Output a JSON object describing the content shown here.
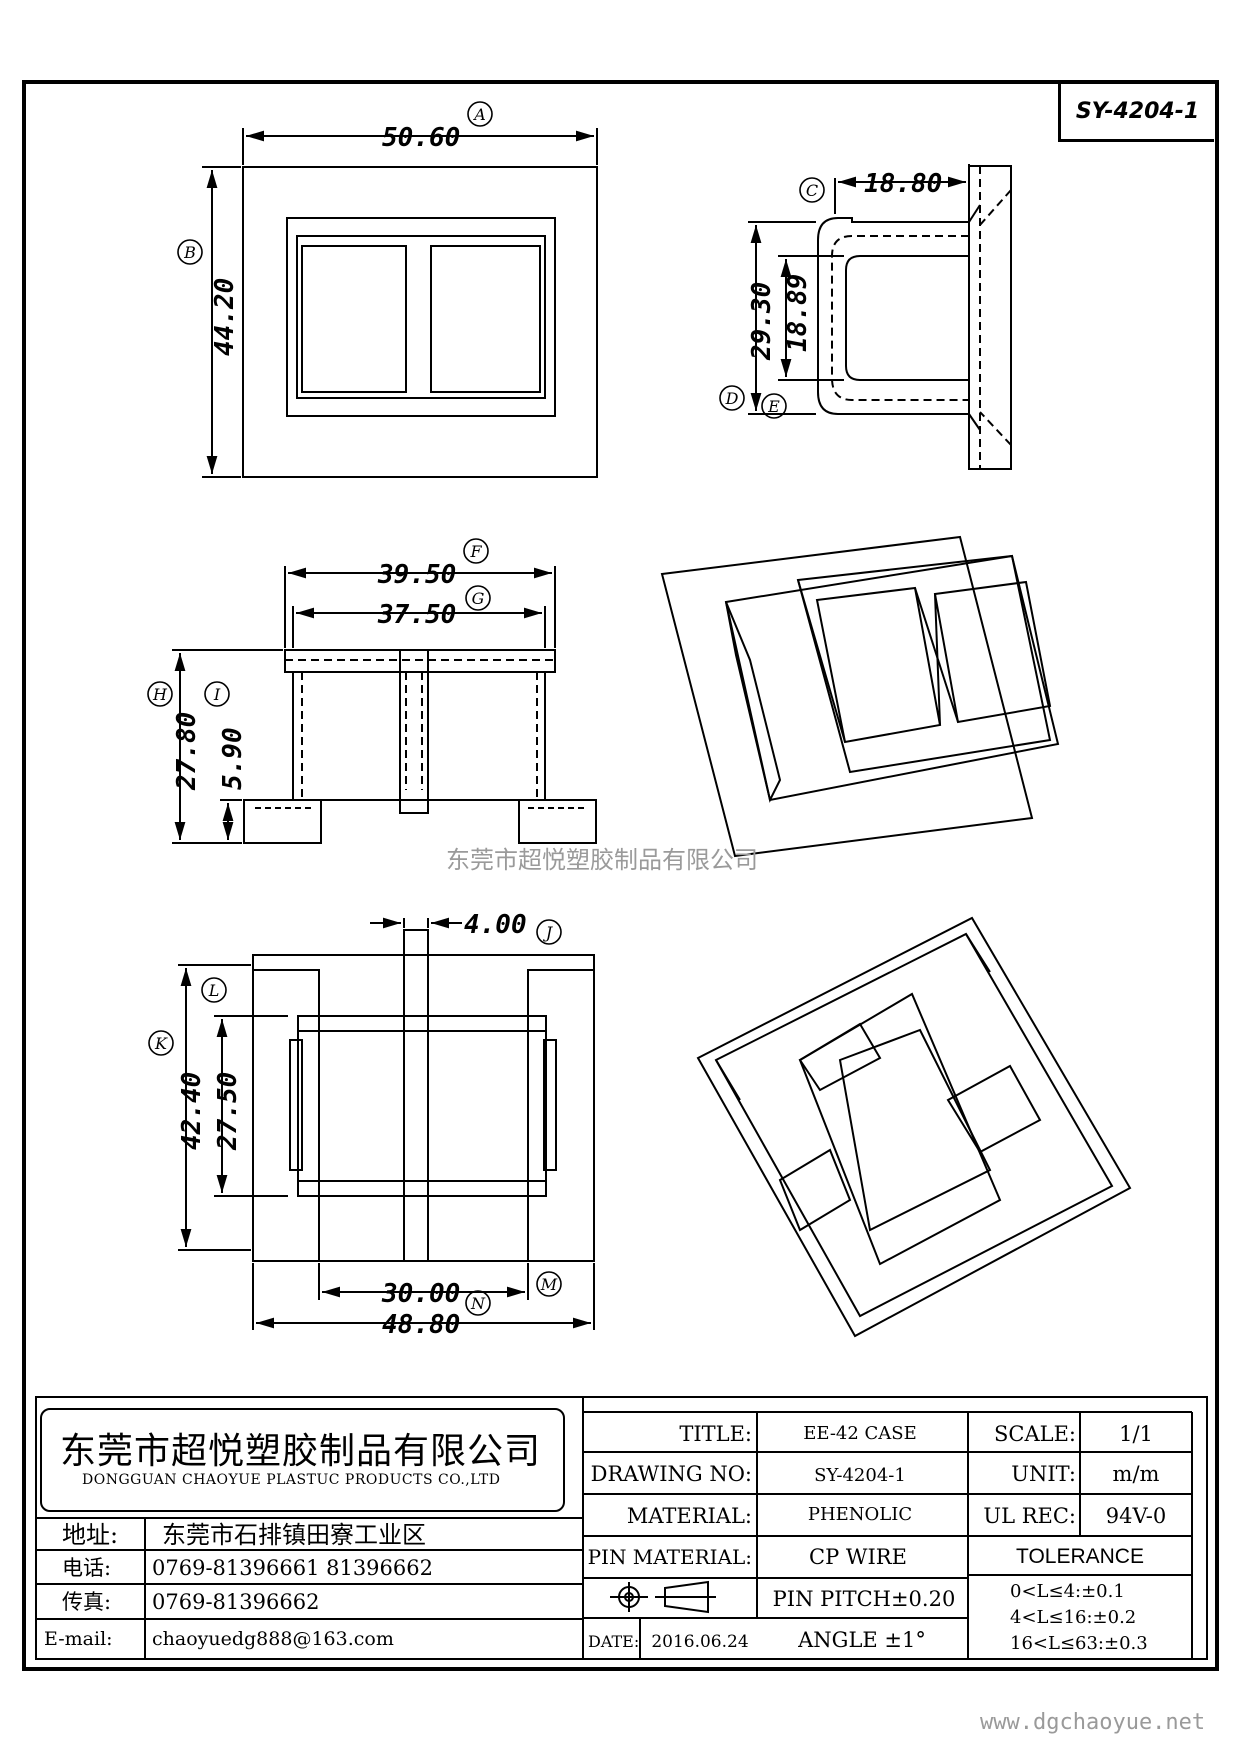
{
  "drawing_number": "SY-4204-1",
  "watermark": "东莞市超悦塑胶制品有限公司",
  "website": "www.dgchaoyue.net",
  "dimensions": {
    "A": {
      "label": "A",
      "value": "50.60"
    },
    "B": {
      "label": "B",
      "value": "44.20"
    },
    "C": {
      "label": "C",
      "value": "18.80"
    },
    "D": {
      "label": "D",
      "value": "29.30"
    },
    "E": {
      "label": "E",
      "value": "18.89"
    },
    "F": {
      "label": "F",
      "value": "39.50"
    },
    "G": {
      "label": "G",
      "value": "37.50"
    },
    "H": {
      "label": "H",
      "value": "27.80"
    },
    "I": {
      "label": "I",
      "value": "5.90"
    },
    "J": {
      "label": "J",
      "value": "4.00"
    },
    "K": {
      "label": "K",
      "value": "42.40"
    },
    "L": {
      "label": "L",
      "value": "27.50"
    },
    "M": {
      "label": "M",
      "value": "30.00"
    },
    "N": {
      "label": "N",
      "value": "48.80"
    }
  },
  "title_block": {
    "company_cn": "东莞市超悦塑胶制品有限公司",
    "company_en": "DONGGUAN CHAOYUE PLASTUC PRODUCTS CO.,LTD",
    "address_label": "地址:",
    "address": "东莞市石排镇田寮工业区",
    "phone_label": "电话:",
    "phone": "0769-81396661   81396662",
    "fax_label": "传真:",
    "fax": "0769-81396662",
    "email_label": "E-mail:",
    "email": "chaoyuedg888@163.com",
    "title_label": "TITLE:",
    "title": "EE-42 CASE",
    "drawing_no_label": "DRAWING NO:",
    "drawing_no": "SY-4204-1",
    "material_label": "MATERIAL:",
    "material": "PHENOLIC",
    "pin_material_label": "PIN MATERIAL:",
    "pin_material": "CP WIRE",
    "pin_pitch": "PIN PITCH±0.20",
    "date_label": "DATE:",
    "date": "2016.06.24",
    "angle": "ANGLE  ±1°",
    "scale_label": "SCALE:",
    "scale": "1/1",
    "unit_label": "UNIT:",
    "unit": "m/m",
    "ul_label": "UL REC:",
    "ul": "94V-0",
    "tolerance_label": "TOLERANCE",
    "tolerance_1": "0<L≤4:±0.1",
    "tolerance_2": "4<L≤16:±0.2",
    "tolerance_3": "16<L≤63:±0.3"
  }
}
